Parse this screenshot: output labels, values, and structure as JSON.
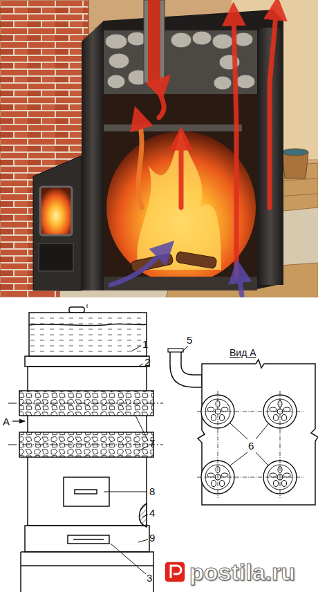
{
  "diagram": {
    "labels": [
      "1",
      "2",
      "5",
      "Вид А",
      "А",
      "7",
      "6",
      "8",
      "4",
      "9",
      "3",
      "postila.ru"
    ]
  }
}
